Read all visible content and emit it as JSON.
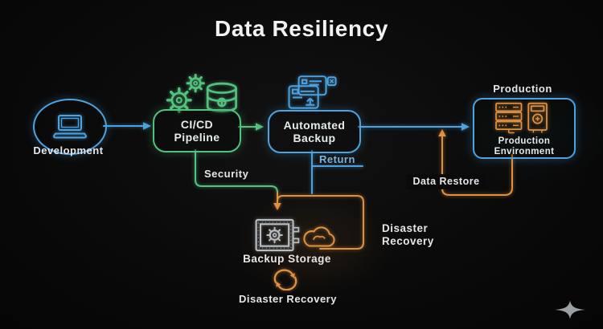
{
  "title": "Data Resiliency",
  "colors": {
    "blue": "#4da3e0",
    "green": "#53c27e",
    "orange": "#e0913f",
    "safe_gray": "#b8bdc2",
    "sparkle_gray": "#9aa0a3",
    "background": "#0a0a0a",
    "label_text": "#e6e6e6",
    "return_label_text": "#7fb3dc"
  },
  "nodes": {
    "development": {
      "label": "Development"
    },
    "cicd_pipeline": {
      "label": "CI/CD\nPipeline"
    },
    "automated_backup": {
      "label": "Automated\nBackup"
    },
    "production": {
      "caption": "Production",
      "label": "Production\nEnvironment"
    },
    "backup_storage": {
      "label": "Backup Storage"
    }
  },
  "edge_labels": {
    "security": "Security",
    "return_flow": "Return",
    "data_restore": "Data Restore",
    "disaster_recovery_side": "Disaster\nRecovery",
    "disaster_recovery_cycle": "Disaster Recovery"
  },
  "icons": {
    "development": "laptop-icon",
    "cicd_pipeline": "gears-database-icon",
    "automated_backup": "backup-files-icon",
    "production": "server-rack-icon",
    "backup_storage": "safe-icon",
    "backup_cloud": "cloud-icon",
    "disaster_recovery": "refresh-cycle-icon",
    "watermark": "sparkle-icon"
  }
}
